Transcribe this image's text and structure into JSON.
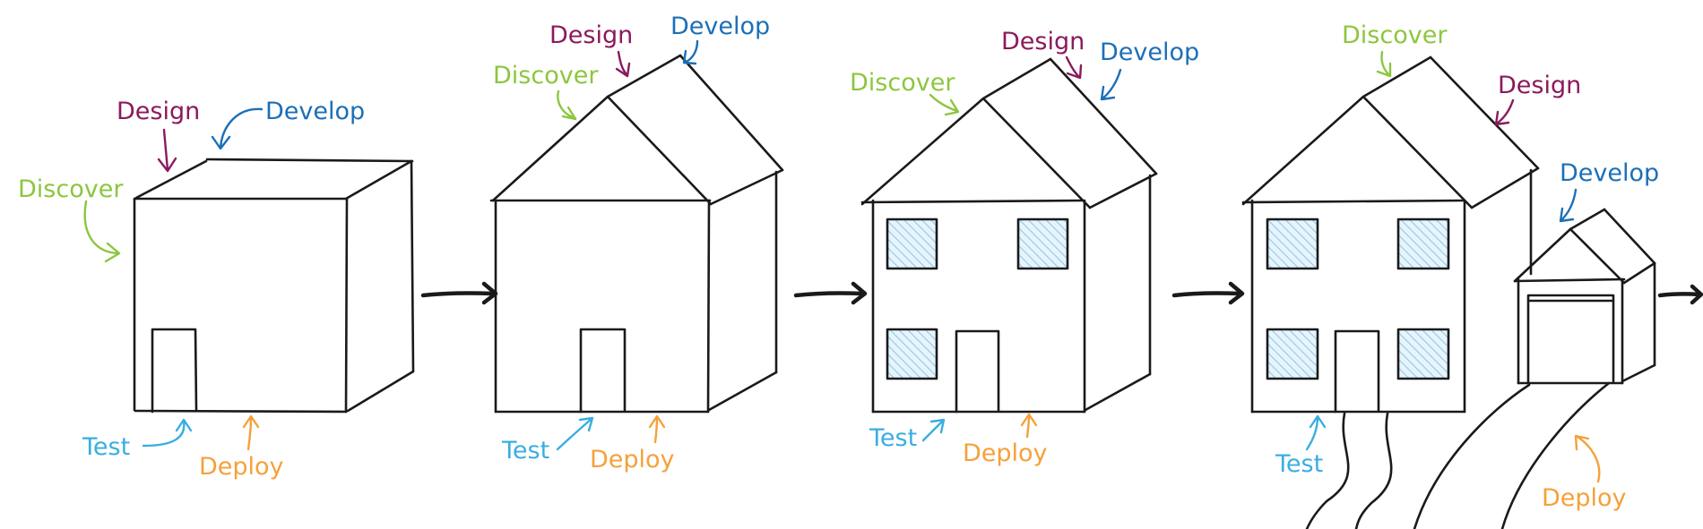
{
  "colors": {
    "discover": "#8cc63e",
    "design": "#8b1a5c",
    "develop": "#1c6fb8",
    "test": "#3aaee0",
    "deploy": "#f5a13a",
    "ink": "#1a1a1a",
    "window_hatch": "#8ec9ea"
  },
  "stages": [
    {
      "labels": {
        "discover": "Discover",
        "design": "Design",
        "develop": "Develop",
        "test": "Test",
        "deploy": "Deploy"
      }
    },
    {
      "labels": {
        "discover": "Discover",
        "design": "Design",
        "develop": "Develop",
        "test": "Test",
        "deploy": "Deploy"
      }
    },
    {
      "labels": {
        "discover": "Discover",
        "design": "Design",
        "develop": "Develop",
        "test": "Test",
        "deploy": "Deploy"
      }
    },
    {
      "labels": {
        "discover": "Discover",
        "design": "Design",
        "develop": "Develop",
        "test": "Test",
        "deploy": "Deploy"
      }
    }
  ]
}
